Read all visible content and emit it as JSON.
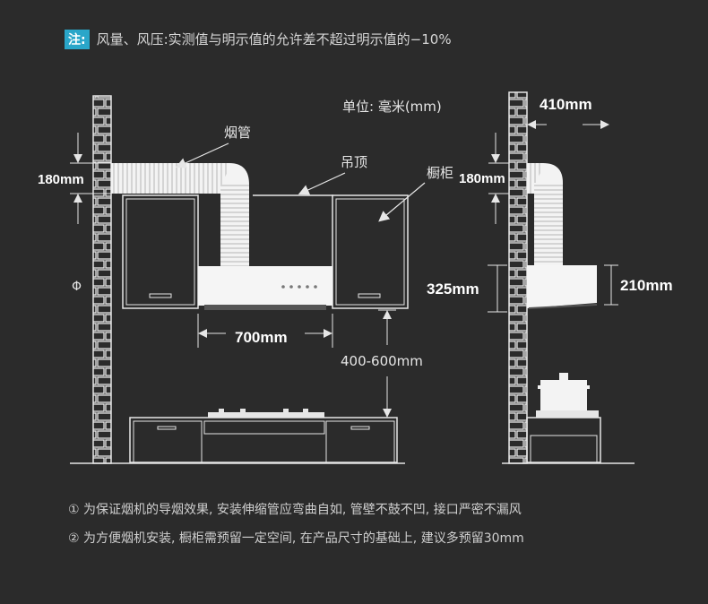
{
  "note": {
    "tag": "注:",
    "text": "风量、风压:实测值与明示值的允许差不超过明示值的−10%"
  },
  "diagram": {
    "unit": "单位: 毫米(mm)",
    "labels": {
      "duct": "烟管",
      "ceiling": "吊顶",
      "cabinet": "橱柜"
    },
    "dims": {
      "duct_left": "180mm",
      "width": "700mm",
      "clearance": "400-600mm",
      "side_depth": "410mm",
      "duct_right": "180mm",
      "height": "325mm",
      "body": "210mm"
    },
    "symbol": "Φ"
  },
  "footnotes": [
    "① 为保证烟机的导烟效果, 安装伸缩管应弯曲自如, 管壁不鼓不凹, 接口严密不漏风",
    "② 为方便烟机安装, 橱柜需预留一定空间, 在产品尺寸的基础上, 建议多预留30mm"
  ],
  "colors": {
    "background": "#2b2b2b",
    "accent": "#2aa6c9",
    "line": "#e6e6e6"
  }
}
